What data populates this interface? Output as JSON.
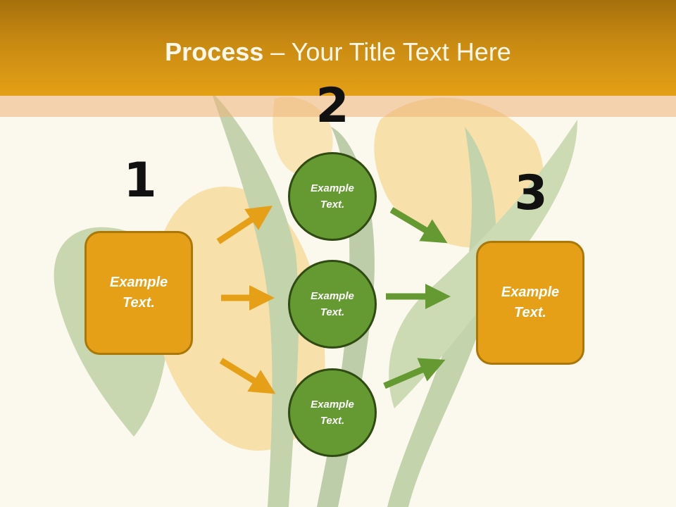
{
  "title": {
    "bold": "Process",
    "rest": " – Your Title Text Here"
  },
  "steps": [
    {
      "number": "1",
      "text": "Example Text."
    },
    {
      "number": "2",
      "items": [
        "Example Text.",
        "Example Text.",
        "Example Text."
      ]
    },
    {
      "number": "3",
      "text": "Example Text."
    }
  ],
  "colors": {
    "header": "#c98a12",
    "orange_box": "#e6a017",
    "green_circle": "#659a33",
    "orange_arrow": "#e6a017",
    "green_arrow": "#659a33"
  }
}
